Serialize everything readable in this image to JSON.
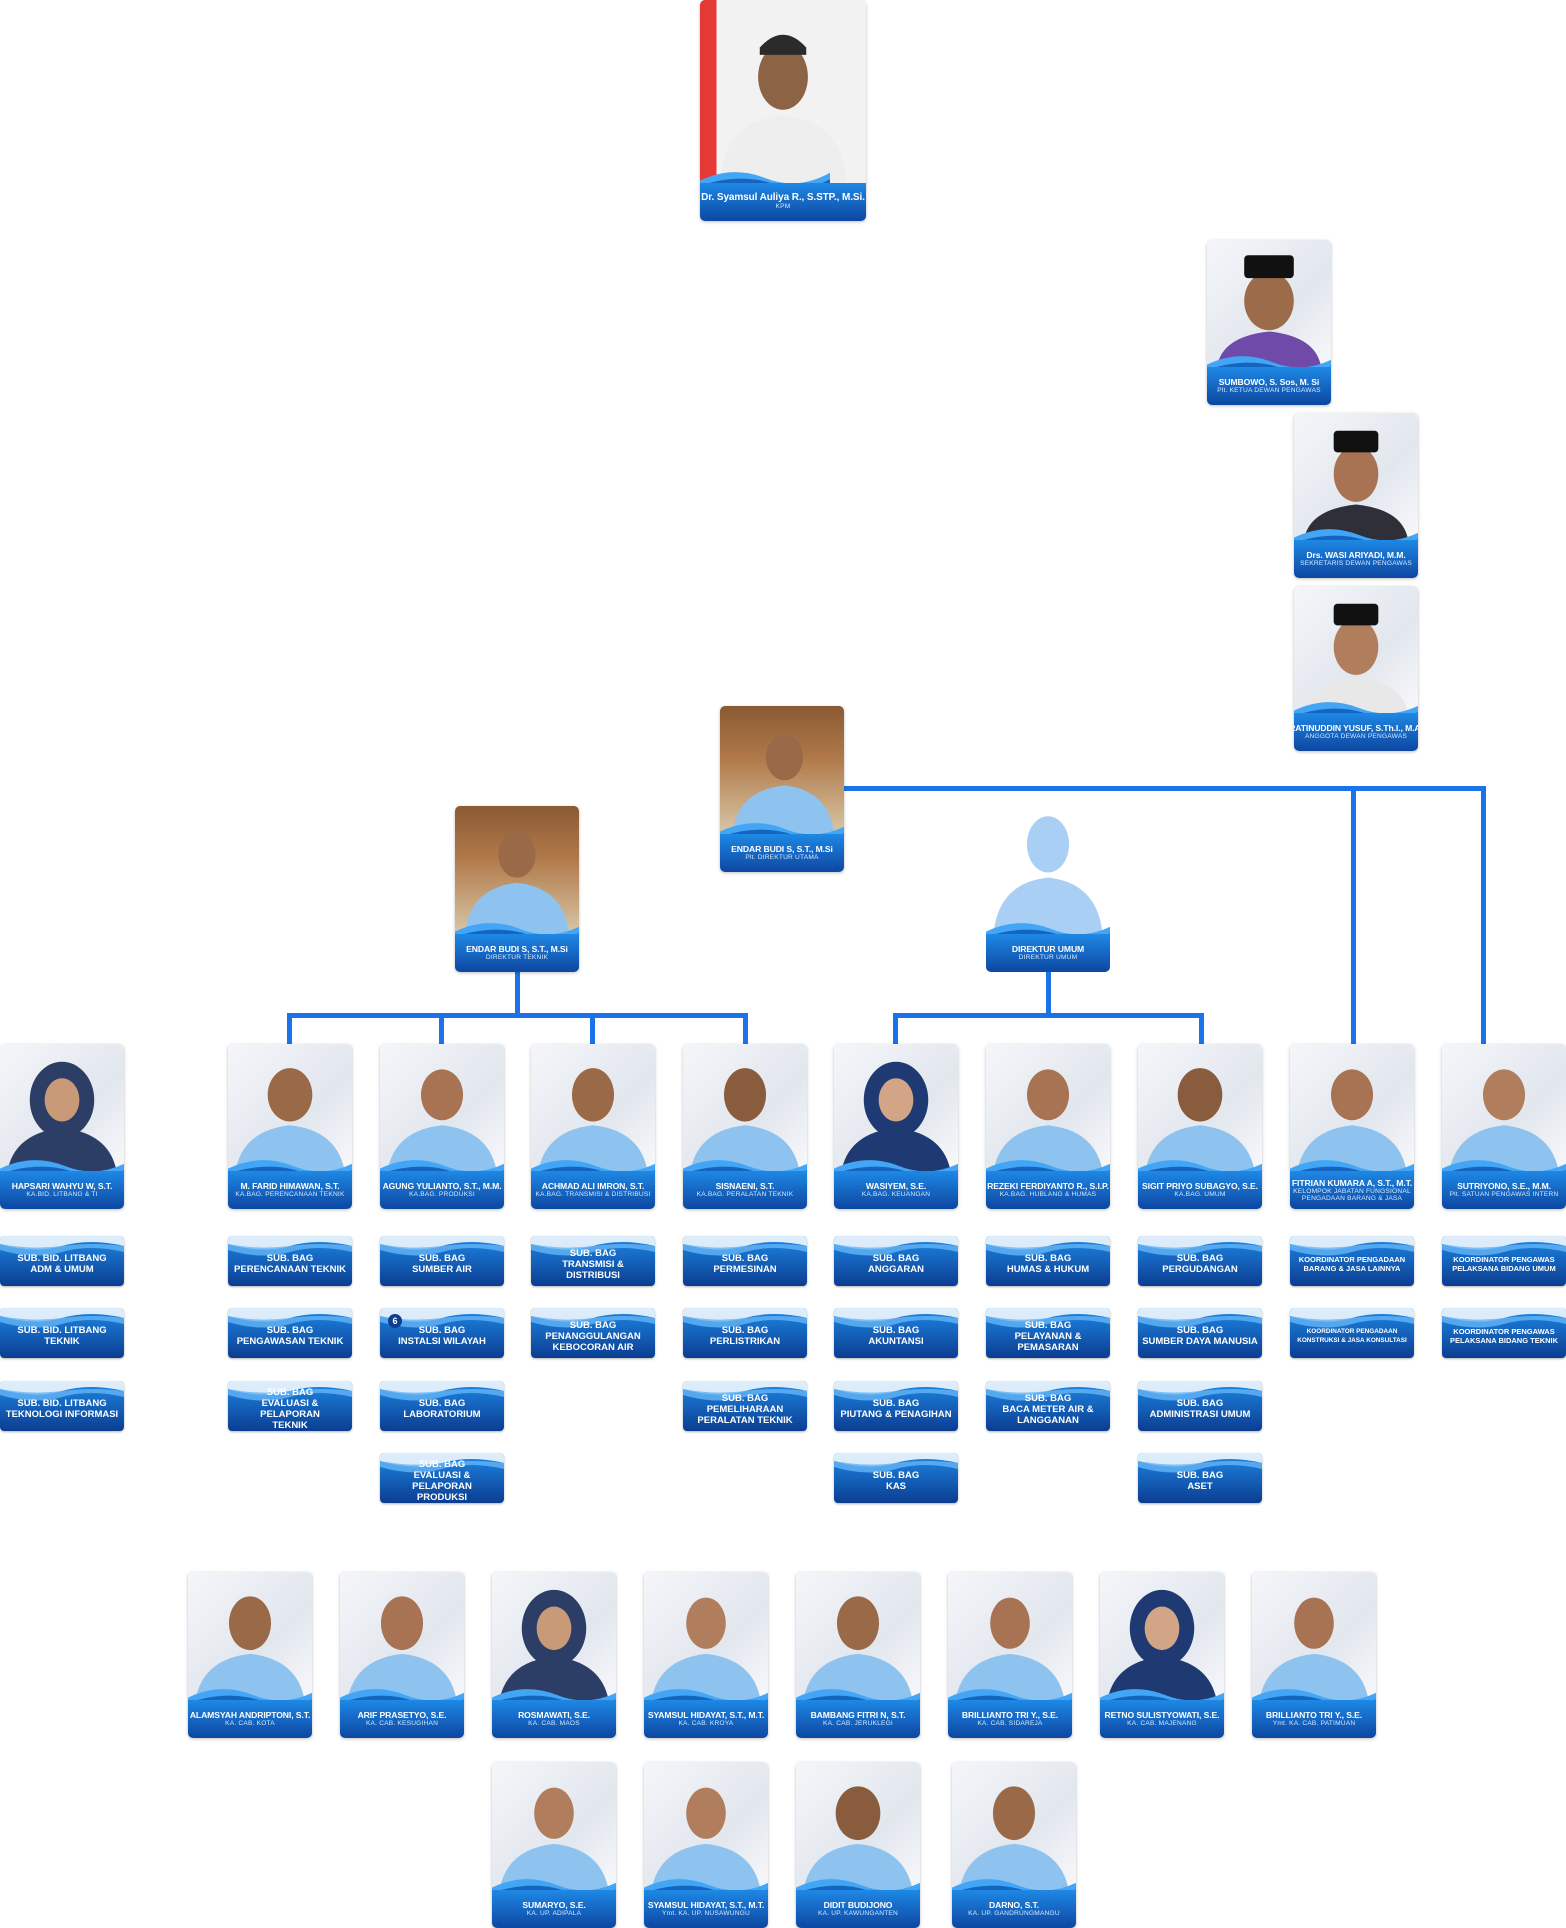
{
  "colors": {
    "accent": "#1a73e8",
    "band_top": "#1e88e5",
    "band_bottom": "#0d47a1"
  },
  "kpm": {
    "name": "Dr. Syamsul Auliya R., S.STP., M.Si.",
    "title": "KPM"
  },
  "board": [
    {
      "name": "SUMBOWO, S. Sos, M. Si",
      "title": "Plt. KETUA DEWAN PENGAWAS"
    },
    {
      "name": "Drs. WASI ARIYADI, M.M.",
      "title": "SEKRETARIS DEWAN PENGAWAS"
    },
    {
      "name": "RATINUDDIN YUSUF, S.Th.I., M.A.",
      "title": "ANGGOTA DEWAN PENGAWAS"
    }
  ],
  "director_main": {
    "name": "ENDAR BUDI S, S.T., M.Si",
    "title": "Plt. DIREKTUR UTAMA"
  },
  "director_tech": {
    "name": "ENDAR BUDI S, S.T., M.Si",
    "title": "DIREKTUR TEKNIK"
  },
  "director_gen": {
    "name": "DIREKTUR UMUM",
    "title": "DIREKTUR UMUM"
  },
  "heads": [
    {
      "name": "HAPSARI WAHYU W, S.T.",
      "title": "KA.BID. LITBANG & TI"
    },
    {
      "name": "M. FARID HIMAWAN, S.T.",
      "title": "KA.BAG. PERENCANAAN TEKNIK"
    },
    {
      "name": "AGUNG YULIANTO, S.T., M.M.",
      "title": "KA.BAG. PRODUKSI"
    },
    {
      "name": "ACHMAD ALI IMRON, S.T.",
      "title": "KA.BAG. TRANSMISI & DISTRIBUSI"
    },
    {
      "name": "SISNAENI, S.T.",
      "title": "KA.BAG. PERALATAN TEKNIK"
    },
    {
      "name": "WASIYEM, S.E.",
      "title": "KA.BAG. KEUANGAN"
    },
    {
      "name": "REZEKI FERDIYANTO R., S.I.P.",
      "title": "KA.BAG. HUBLANG & HUMAS"
    },
    {
      "name": "SIGIT PRIYO SUBAGYO, S.E.",
      "title": "KA.BAG. UMUM"
    },
    {
      "name": "FITRIAN KUMARA A, S.T., M.T.",
      "title": "KELOMPOK JABATAN FUNGSIONAL PENGADAAN BARANG & JASA"
    },
    {
      "name": "SUTRIYONO, S.E., M.M.",
      "title": "Plt. SATUAN PENGAWAS INTERN"
    }
  ],
  "subs": [
    [
      "SUB. BID. LITBANG\nADM & UMUM",
      "SUB. BID. LITBANG\nTEKNIK",
      "SUB. BID. LITBANG\nTEKNOLOGI INFORMASI"
    ],
    [
      "SUB. BAG\nPERENCANAAN TEKNIK",
      "SUB. BAG\nPENGAWASAN TEKNIK",
      "SUB. BAG\nEVALUASI & PELAPORAN\nTEKNIK"
    ],
    [
      "SUB. BAG\nSUMBER AIR",
      "SUB. BAG\nINSTALSI WILAYAH",
      "SUB. BAG\nLABORATORIUM",
      "SUB. BAG\nEVALUASI & PELAPORAN\nPRODUKSI"
    ],
    [
      "SUB. BAG\nTRANSMISI & DISTRIBUSI",
      "SUB. BAG\nPENANGGULANGAN\nKEBOCORAN AIR"
    ],
    [
      "SUB. BAG\nPERMESINAN",
      "SUB. BAG\nPERLISTRIKAN",
      "SUB. BAG\nPEMELIHARAAN\nPERALATAN TEKNIK"
    ],
    [
      "SUB. BAG\nANGGARAN",
      "SUB. BAG\nAKUNTANSI",
      "SUB. BAG\nPIUTANG & PENAGIHAN",
      "SUB. BAG\nKAS"
    ],
    [
      "SUB. BAG\nHUMAS & HUKUM",
      "SUB. BAG\nPELAYANAN & PEMASARAN",
      "SUB. BAG\nBACA METER AIR &\nLANGGANAN"
    ],
    [
      "SUB. BAG\nPERGUDANGAN",
      "SUB. BAG\nSUMBER DAYA MANUSIA",
      "SUB. BAG\nADMINISTRASI UMUM",
      "SUB. BAG\nASET"
    ],
    [
      "KOORDINATOR PENGADAAN\nBARANG & JASA LAINNYA",
      "KOORDINATOR PENGADAAN\nKONSTRUKSI & JASA KONSULTASI"
    ],
    [
      "KOORDINATOR PENGAWAS\nPELAKSANA BIDANG UMUM",
      "KOORDINATOR PENGAWAS\nPELAKSANA BIDANG TEKNIK"
    ]
  ],
  "instalsi_badge": "6",
  "branches": [
    {
      "name": "ALAMSYAH ANDRIPTONI, S.T.",
      "title": "KA. CAB. KOTA"
    },
    {
      "name": "ARIF PRASETYO, S.E.",
      "title": "KA. CAB. KESUGIHAN"
    },
    {
      "name": "ROSMAWATI, S.E.",
      "title": "KA. CAB. MAOS"
    },
    {
      "name": "SYAMSUL HIDAYAT, S.T., M.T.",
      "title": "KA. CAB. KROYA"
    },
    {
      "name": "BAMBANG FITRI N, S.T.",
      "title": "KA. CAB. JERUKLEGI"
    },
    {
      "name": "BRILLIANTO TRI Y., S.E.",
      "title": "KA. CAB. SIDAREJA"
    },
    {
      "name": "RETNO SULISTYOWATI, S.E.",
      "title": "KA. CAB. MAJENANG"
    },
    {
      "name": "BRILLIANTO TRI Y., S.E.",
      "title": "Ymt. KA. CAB. PATIMUAN"
    }
  ],
  "units": [
    {
      "name": "SUMARYO, S.E.",
      "title": "KA. UP. ADIPALA"
    },
    {
      "name": "SYAMSUL HIDAYAT, S.T., M.T.",
      "title": "Ymt. KA. UP. NUSAWUNGU"
    },
    {
      "name": "DIDIT BUDIJONO",
      "title": "KA. UP. KAWUNGANTEN"
    },
    {
      "name": "DARNO, S.T.",
      "title": "KA. UP. GANDRUNGMANGU"
    }
  ]
}
